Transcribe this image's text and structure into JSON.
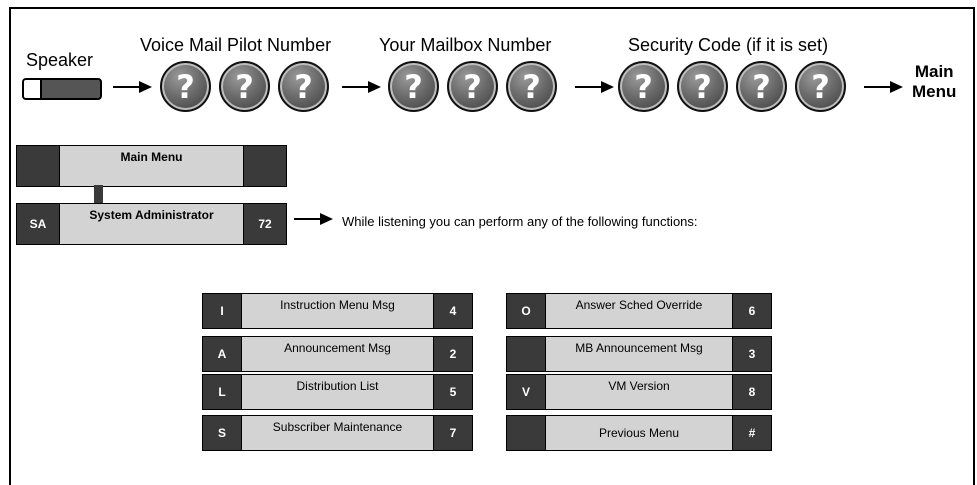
{
  "flow": {
    "speaker_label": "Speaker",
    "step1_label": "Voice Mail Pilot Number",
    "step2_label": "Your Mailbox Number",
    "step3_label": "Security Code (if it is set)",
    "q_glyph": "?",
    "end_label_line1": "Main",
    "end_label_line2": "Menu"
  },
  "menu": {
    "title": "Main Menu",
    "sa_key": "SA",
    "sa_label": "System Administrator",
    "sa_code": "72",
    "listen_text": "While listening you can perform any of the following functions:"
  },
  "left_table": [
    {
      "key": "I",
      "label": "Instruction Menu Msg",
      "code": "4"
    },
    {
      "key": "A",
      "label": "Announcement Msg",
      "code": "2"
    },
    {
      "key": "L",
      "label": "Distribution List",
      "code": "5"
    },
    {
      "key": "S",
      "label": "Subscriber Maintenance",
      "code": "7"
    }
  ],
  "right_table": [
    {
      "key": "O",
      "label": "Answer Sched Override",
      "code": "6"
    },
    {
      "key": "",
      "label": "MB Announcement Msg",
      "code": "3"
    },
    {
      "key": "V",
      "label": "VM Version",
      "code": "8"
    },
    {
      "key": "",
      "label": "Previous Menu",
      "code": "#"
    }
  ],
  "colors": {
    "dark_cell": "#3a3a3a",
    "light_cell": "#d3d3d3"
  }
}
